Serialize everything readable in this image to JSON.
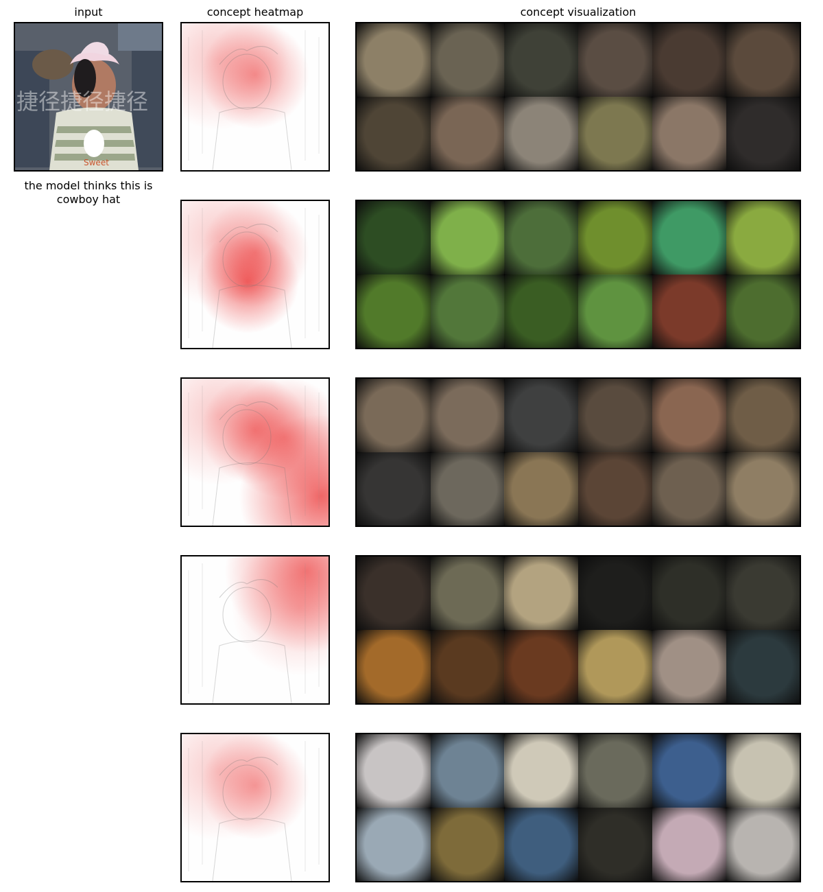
{
  "headers": {
    "input": "input",
    "heatmap": "concept heatmap",
    "visualization": "concept visualization"
  },
  "prediction": {
    "line1": "the model thinks this is",
    "line2": "cowboy hat"
  },
  "input_image": {
    "description_icon": "person-photo-icon",
    "shirt_text": "Sweet",
    "watermark_text": "捷径捷径捷径"
  },
  "concepts": [
    {
      "theme": "elephant-buffalo-hat",
      "tiles": [
        "#8d8067",
        "#6a6353",
        "#3f4137",
        "#5a4d43",
        "#4a3b32",
        "#5b4a3c",
        "#4f4536",
        "#7a6655",
        "#8c8478",
        "#7d7850",
        "#8b7767",
        "#2f2c2b"
      ],
      "heat_intensity": 0.9
    },
    {
      "theme": "green-leaves",
      "tiles": [
        "#2d4d23",
        "#7fb04a",
        "#4d6e3a",
        "#6f8f2d",
        "#3f9a65",
        "#8aaa40",
        "#517a2a",
        "#52773a",
        "#3a5d23",
        "#5f9340",
        "#7b3a2a",
        "#4d6d2f"
      ],
      "heat_intensity": 0.8
    },
    {
      "theme": "mushrooms-graduation",
      "tiles": [
        "#7a6a58",
        "#7b6b5b",
        "#3f4040",
        "#594b3e",
        "#8a6651",
        "#6f5d47",
        "#363534",
        "#6d685d",
        "#8a7655",
        "#5b4536",
        "#6e6050",
        "#8f7e64"
      ],
      "heat_intensity": 0.85
    },
    {
      "theme": "night-lights-storefronts",
      "tiles": [
        "#3a302a",
        "#6d6a55",
        "#b3a380",
        "#1e1e1c",
        "#2e2f28",
        "#3a3a32",
        "#a36a2a",
        "#5a3a20",
        "#6a3a20",
        "#b0985a",
        "#a09085",
        "#2c3a3e"
      ],
      "heat_intensity": 0.6
    },
    {
      "theme": "sneakers-shuttle",
      "tiles": [
        "#c8c4c4",
        "#6e8394",
        "#cfc9b8",
        "#6a6a5c",
        "#3d5f8e",
        "#c7c2b1",
        "#9aa9b5",
        "#7e6b3a",
        "#3f5e7e",
        "#2f2e28",
        "#c4aab5",
        "#b8b4b0"
      ],
      "heat_intensity": 0.8
    }
  ]
}
